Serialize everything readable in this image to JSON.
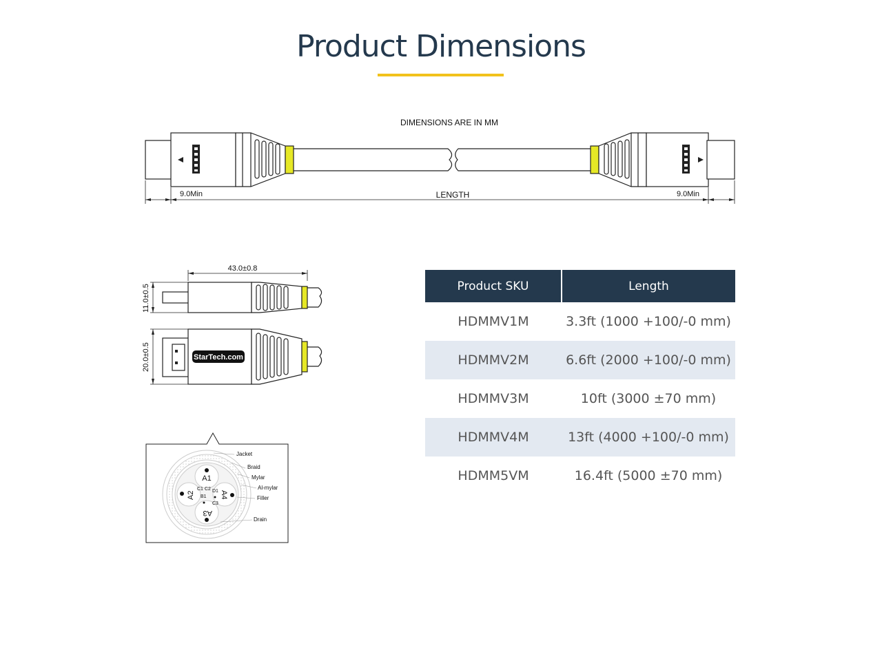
{
  "header": {
    "title": "Product Dimensions",
    "accent_color": "#f2c21b",
    "title_color": "#24394d"
  },
  "cable_drawing": {
    "note": "DIMENSIONS ARE IN MM",
    "left_min_label": "9.0Min",
    "length_label": "LENGTH",
    "right_min_label": "9.0Min"
  },
  "connector_drawing": {
    "top_dim": "43.0±0.8",
    "thickness_dim": "11.0±0.5",
    "width_dim": "20.0±0.5",
    "brand": "StarTech.com"
  },
  "cross_section": {
    "labels": {
      "jacket": "Jacket",
      "braid": "Braid",
      "mylar": "Mylar",
      "al_mylar": "Al-mylar",
      "filler": "Filler",
      "drain": "Drain"
    },
    "pairs": {
      "a1": "A1",
      "a2": "A2",
      "a3": "A3",
      "a4": "A4"
    },
    "cores": {
      "c1": "C1",
      "c2": "C2",
      "d1": "D1",
      "b1": "B1",
      "c3": "C3"
    }
  },
  "spec_table": {
    "headers": [
      "Product SKU",
      "Length"
    ],
    "rows": [
      {
        "sku": "HDMMV1M",
        "length": "3.3ft (1000 +100/-0 mm)"
      },
      {
        "sku": "HDMMV2M",
        "length": "6.6ft (2000 +100/-0 mm)"
      },
      {
        "sku": "HDMMV3M",
        "length": "10ft (3000 ±70 mm)"
      },
      {
        "sku": "HDMMV4M",
        "length": "13ft (4000 +100/-0 mm)"
      },
      {
        "sku": "HDMM5VM",
        "length": "16.4ft (5000 ±70 mm)"
      }
    ],
    "header_color": "#24394d",
    "stripe_color": "#e3e9f1"
  },
  "icons": {
    "logo": "hdmi-logo",
    "arrow": "arrow-triangle-icon"
  }
}
